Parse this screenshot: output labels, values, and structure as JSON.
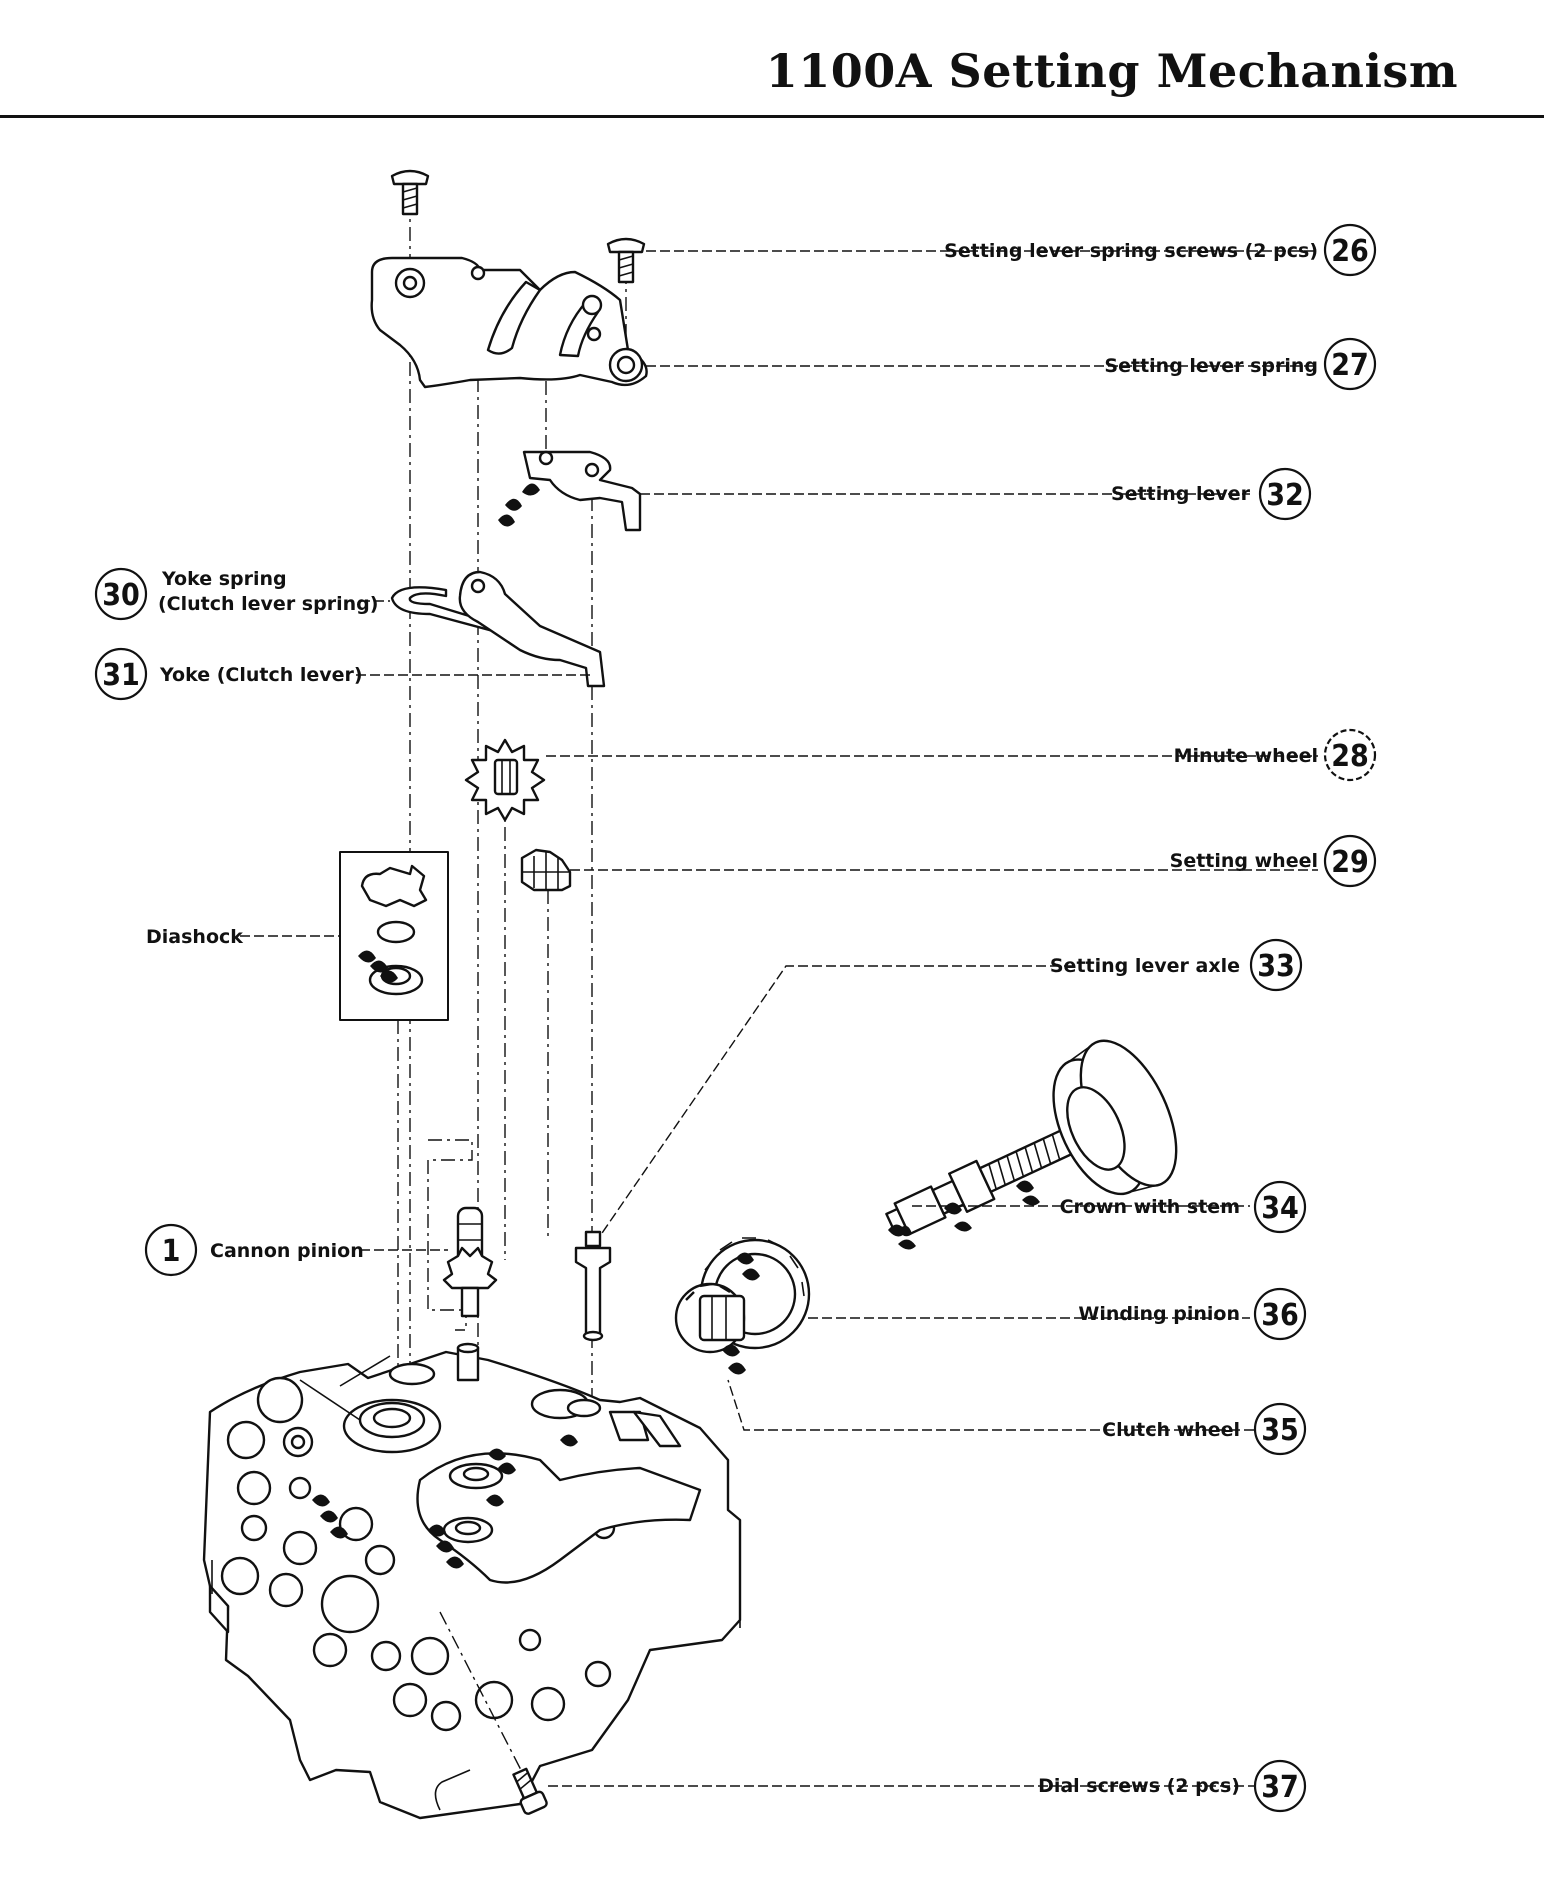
{
  "page_title": "1100A Setting Mechanism",
  "callouts": [
    {
      "id": "setting-lever-spring-screws",
      "number": "26",
      "label": "Setting lever spring screws (2 pcs)"
    },
    {
      "id": "setting-lever-spring",
      "number": "27",
      "label": "Setting lever spring"
    },
    {
      "id": "setting-lever",
      "number": "32",
      "label": "Setting lever"
    },
    {
      "id": "yoke-spring",
      "number": "30",
      "label": "Yoke spring",
      "label2": "(Clutch lever spring)"
    },
    {
      "id": "yoke",
      "number": "31",
      "label": "Yoke (Clutch lever)"
    },
    {
      "id": "minute-wheel",
      "number": "28",
      "label": "Minute wheel"
    },
    {
      "id": "setting-wheel",
      "number": "29",
      "label": "Setting wheel"
    },
    {
      "id": "diashock",
      "number": "",
      "label": "Diashock"
    },
    {
      "id": "setting-lever-axle",
      "number": "33",
      "label": "Setting lever axle"
    },
    {
      "id": "crown-with-stem",
      "number": "34",
      "label": "Crown with stem"
    },
    {
      "id": "cannon-pinion",
      "number": "1",
      "label": "Cannon pinion"
    },
    {
      "id": "winding-pinion",
      "number": "36",
      "label": "Winding pinion"
    },
    {
      "id": "clutch-wheel",
      "number": "35",
      "label": "Clutch wheel"
    },
    {
      "id": "dial-screws",
      "number": "37",
      "label": "Dial screws (2 pcs)"
    }
  ]
}
